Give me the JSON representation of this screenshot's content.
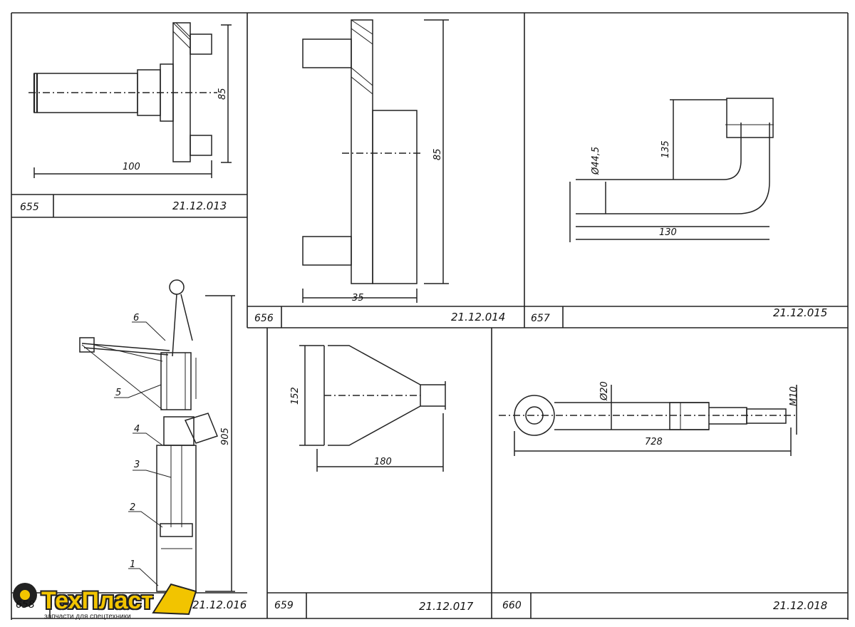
{
  "panels": [
    {
      "number": "655",
      "code": "21.12.013",
      "dims": [
        "100",
        "85"
      ]
    },
    {
      "number": "656",
      "code": "21.12.014",
      "dims": [
        "35",
        "85"
      ]
    },
    {
      "number": "657",
      "code": "21.12.015",
      "dims": [
        "130",
        "135",
        "Ø44,5"
      ]
    },
    {
      "number": "658",
      "code": "21.12.016",
      "dims": [
        "905"
      ],
      "parts": [
        "1",
        "2",
        "3",
        "4",
        "5",
        "6"
      ]
    },
    {
      "number": "659",
      "code": "21.12.017",
      "dims": [
        "180",
        "152"
      ]
    },
    {
      "number": "660",
      "code": "21.12.018",
      "dims": [
        "728",
        "Ø20",
        "M10"
      ]
    }
  ],
  "watermark": {
    "brand": "ТехПласт",
    "tagline": "запчасти для спецтехники"
  }
}
